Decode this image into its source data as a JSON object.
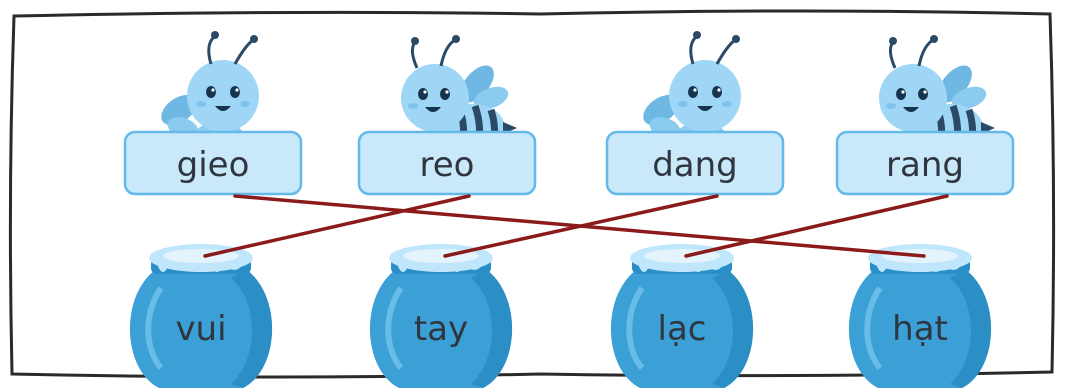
{
  "bees": [
    {
      "word": "gieo",
      "variant": "front"
    },
    {
      "word": "reo",
      "variant": "side"
    },
    {
      "word": "dang",
      "variant": "front"
    },
    {
      "word": "rang",
      "variant": "side"
    }
  ],
  "pots": [
    {
      "word": "vui"
    },
    {
      "word": "tay"
    },
    {
      "word": "lạc"
    },
    {
      "word": "hạt"
    }
  ],
  "connections": [
    {
      "from": "gieo",
      "to": "hạt"
    },
    {
      "from": "reo",
      "to": "vui"
    },
    {
      "from": "dang",
      "to": "tay"
    },
    {
      "from": "rang",
      "to": "lạc"
    }
  ],
  "colors": {
    "frame": "#2a2a2a",
    "line": "#8b1a1a",
    "card_fill": "#c9e9fb",
    "card_stroke": "#62b9ea",
    "bee_body": "#9fd6f6",
    "bee_wing": "#6fb8e4",
    "bee_stripe": "#2b4a66",
    "pot_fill": "#3aa0d6",
    "pot_dark": "#1f7fb6",
    "pot_light": "#bfe6fa",
    "text": "#2f3640"
  },
  "icons": {
    "bee": "bee-icon",
    "honey_pot": "honey-pot-icon"
  }
}
